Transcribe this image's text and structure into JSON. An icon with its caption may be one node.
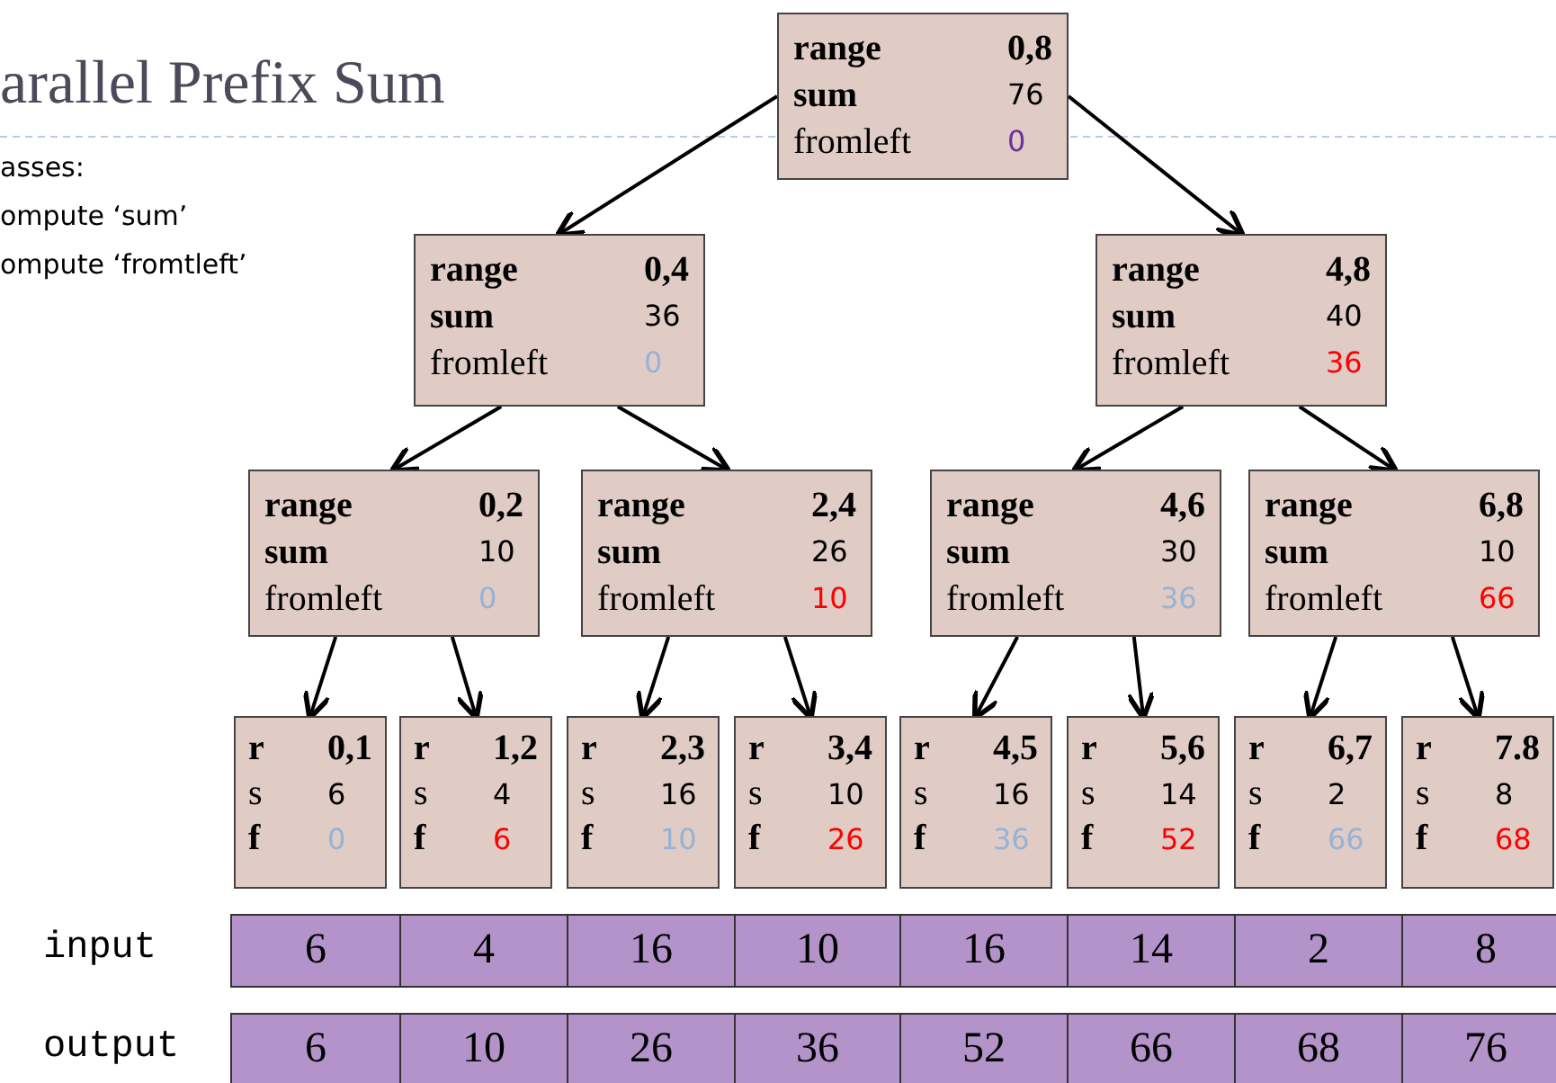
{
  "diagram": {
    "title": "arallel Prefix Sum",
    "nodes": [
      {
        "text": [
          "range",
          "0,8",
          "sum",
          "76",
          "fromleft",
          "0"
        ]
      },
      {
        "text": [
          "range",
          "0,4",
          "sum",
          "36",
          "fromleft",
          "0"
        ]
      },
      {
        "text": [
          "range",
          "4,8",
          "sum",
          "40",
          "fromleft",
          "36"
        ]
      },
      {
        "text": [
          "range",
          "0,2",
          "sum",
          "10",
          "fromleft",
          "0"
        ]
      },
      {
        "text": [
          "range",
          "2,4",
          "sum",
          "26",
          "fromleft",
          "10"
        ]
      },
      {
        "text": [
          "range",
          "4,6",
          "sum",
          "30",
          "fromleft",
          "36"
        ]
      },
      {
        "text": [
          "range",
          "6,8",
          "sum",
          "10",
          "fromleft",
          "66"
        ]
      },
      {
        "text": [
          "r",
          "0,1",
          "s",
          "6",
          "f",
          "0"
        ]
      },
      {
        "text": [
          "r",
          "1,2",
          "s",
          "4",
          "f",
          "6"
        ]
      },
      {
        "text": [
          "r",
          "2,3",
          "s",
          "16",
          "f",
          "10"
        ]
      },
      {
        "text": [
          "r",
          "3,4",
          "s",
          "10",
          "f",
          "26"
        ]
      },
      {
        "text": [
          "r",
          "4,5",
          "s",
          "16",
          "f",
          "36"
        ]
      },
      {
        "text": [
          "r",
          "5,6",
          "s",
          "14",
          "f",
          "52"
        ]
      },
      {
        "text": [
          "r",
          "6,7",
          "s",
          "2",
          "f",
          "66"
        ]
      },
      {
        "text": [
          "r",
          "7.8",
          "s",
          "8",
          "f",
          "68"
        ]
      }
    ],
    "edges": [
      {
        "from": 0,
        "to": 1,
        "arrow": "to"
      },
      {
        "from": 0,
        "to": 2,
        "arrow": "to"
      },
      {
        "from": 1,
        "to": 3,
        "arrow": "to"
      },
      {
        "from": 1,
        "to": 4,
        "arrow": "to"
      },
      {
        "from": 2,
        "to": 5,
        "arrow": "to"
      },
      {
        "from": 2,
        "to": 6,
        "arrow": "to"
      },
      {
        "from": 3,
        "to": 7,
        "arrow": "to"
      },
      {
        "from": 3,
        "to": 8,
        "arrow": "to"
      },
      {
        "from": 4,
        "to": 9,
        "arrow": "to"
      },
      {
        "from": 4,
        "to": 10,
        "arrow": "to"
      },
      {
        "from": 5,
        "to": 11,
        "arrow": "to"
      },
      {
        "from": 5,
        "to": 12,
        "arrow": "to"
      },
      {
        "from": 6,
        "to": 13,
        "arrow": "to"
      },
      {
        "from": 6,
        "to": 14,
        "arrow": "to"
      }
    ],
    "labels": [
      "asses:",
      "ompute ‘sum’",
      "ompute ‘fromtleft’",
      "input",
      "6",
      "4",
      "16",
      "10",
      "16",
      "14",
      "2",
      "8",
      "output",
      "6",
      "10",
      "26",
      "36",
      "52",
      "66",
      "68",
      "76"
    ]
  }
}
